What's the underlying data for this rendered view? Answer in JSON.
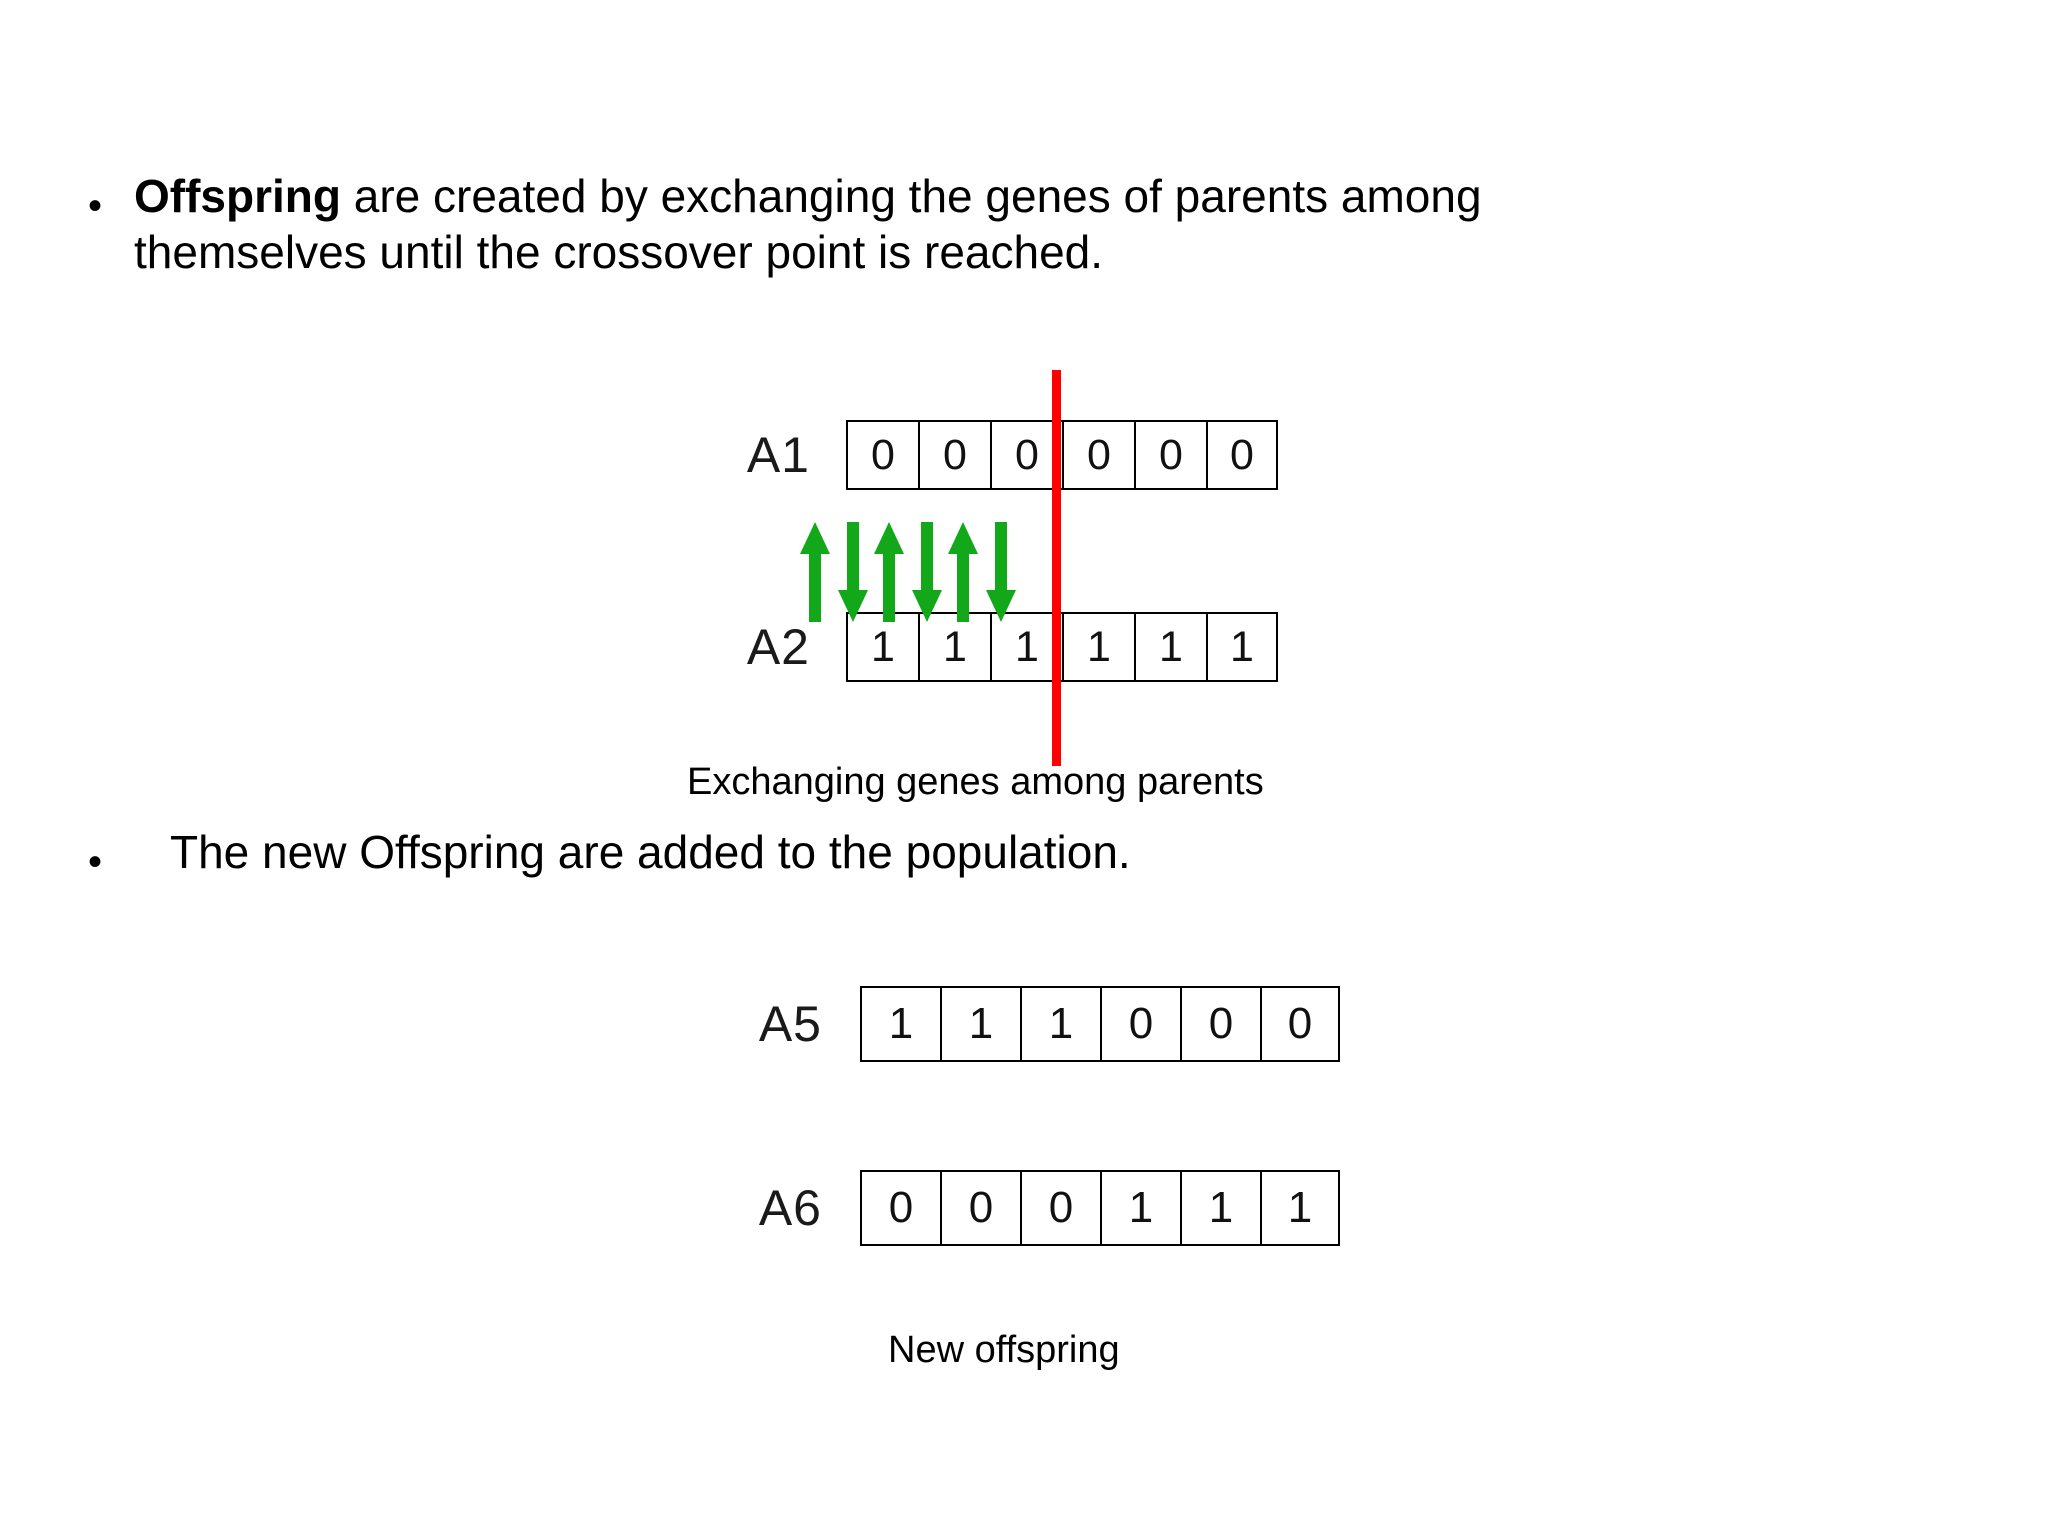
{
  "slide": {
    "background": "#ffffff",
    "accent_red": "#fe0000",
    "accent_green": "#12a81a"
  },
  "bullets": [
    {
      "marker": "•",
      "bold_lead": "Offspring",
      "rest_line1": " are created by exchanging the genes of parents among",
      "line2": "themselves until the crossover point is reached."
    },
    {
      "marker": "•",
      "text": "The new Offspring are added to the population."
    }
  ],
  "diagram_parents": {
    "caption": "Exchanging genes among parents",
    "crossover_after_index": 3,
    "rows": [
      {
        "label": "A1",
        "genes": [
          "0",
          "0",
          "0",
          "0",
          "0",
          "0"
        ]
      },
      {
        "label": "A2",
        "genes": [
          "1",
          "1",
          "1",
          "1",
          "1",
          "1"
        ]
      }
    ],
    "arrows": [
      {
        "direction": "up"
      },
      {
        "direction": "down"
      },
      {
        "direction": "up"
      },
      {
        "direction": "down"
      },
      {
        "direction": "up"
      },
      {
        "direction": "down"
      }
    ]
  },
  "diagram_offspring": {
    "caption": "New offspring",
    "rows": [
      {
        "label": "A5",
        "genes": [
          "1",
          "1",
          "1",
          "0",
          "0",
          "0"
        ]
      },
      {
        "label": "A6",
        "genes": [
          "0",
          "0",
          "0",
          "1",
          "1",
          "1"
        ]
      }
    ]
  }
}
